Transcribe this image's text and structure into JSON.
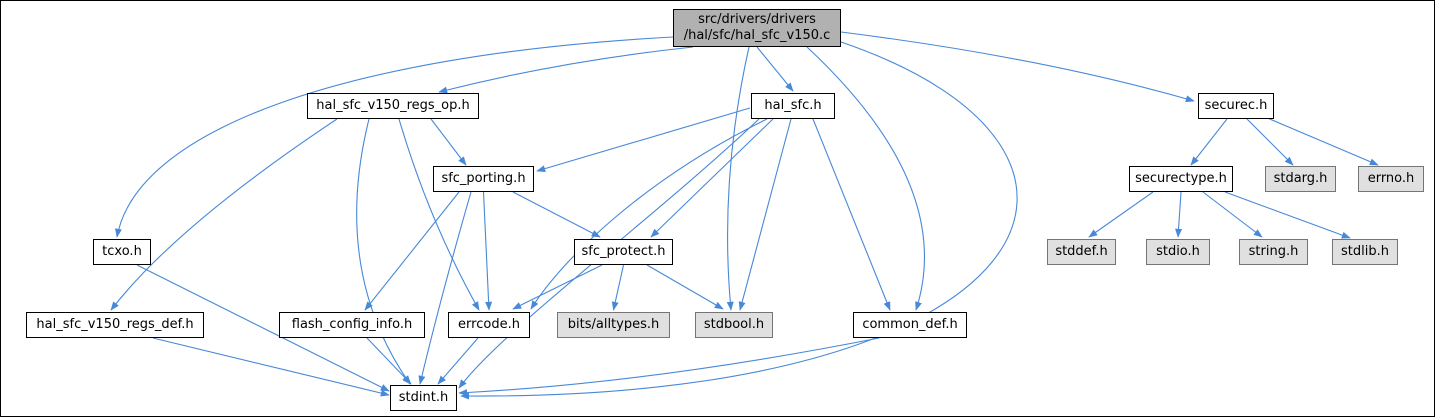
{
  "diagram": {
    "type": "include-dependency-graph",
    "colors": {
      "edge": "#4788d8",
      "node_fill": "#ffffff",
      "node_border": "#000000",
      "system_fill": "#e0e0e0",
      "system_border": "#757575",
      "main_fill": "#b1b1b1",
      "text": "#000000",
      "background": "#ffffff"
    },
    "nodes": [
      {
        "id": "main",
        "label": "src/drivers/drivers\n/hal/sfc/hal_sfc_v150.c",
        "kind": "main"
      },
      {
        "id": "regs_op",
        "label": "hal_sfc_v150_regs_op.h",
        "kind": "internal"
      },
      {
        "id": "hal_sfc",
        "label": "hal_sfc.h",
        "kind": "internal"
      },
      {
        "id": "securec",
        "label": "securec.h",
        "kind": "internal"
      },
      {
        "id": "sfc_porting",
        "label": "sfc_porting.h",
        "kind": "internal"
      },
      {
        "id": "securectype",
        "label": "securectype.h",
        "kind": "internal"
      },
      {
        "id": "stdarg",
        "label": "stdarg.h",
        "kind": "system"
      },
      {
        "id": "errno",
        "label": "errno.h",
        "kind": "system"
      },
      {
        "id": "tcxo",
        "label": "tcxo.h",
        "kind": "internal"
      },
      {
        "id": "sfc_protect",
        "label": "sfc_protect.h",
        "kind": "internal"
      },
      {
        "id": "stddef",
        "label": "stddef.h",
        "kind": "system"
      },
      {
        "id": "stdio",
        "label": "stdio.h",
        "kind": "system"
      },
      {
        "id": "string",
        "label": "string.h",
        "kind": "system"
      },
      {
        "id": "stdlib",
        "label": "stdlib.h",
        "kind": "system"
      },
      {
        "id": "regs_def",
        "label": "hal_sfc_v150_regs_def.h",
        "kind": "internal"
      },
      {
        "id": "flash_config_info",
        "label": "flash_config_info.h",
        "kind": "internal"
      },
      {
        "id": "errcode",
        "label": "errcode.h",
        "kind": "internal"
      },
      {
        "id": "alltypes",
        "label": "bits/alltypes.h",
        "kind": "system"
      },
      {
        "id": "stdbool",
        "label": "stdbool.h",
        "kind": "system"
      },
      {
        "id": "common_def",
        "label": "common_def.h",
        "kind": "internal"
      },
      {
        "id": "stdint",
        "label": "stdint.h",
        "kind": "internal"
      }
    ],
    "edges": [
      {
        "from": "main",
        "to": "regs_op"
      },
      {
        "from": "main",
        "to": "hal_sfc"
      },
      {
        "from": "main",
        "to": "securec"
      },
      {
        "from": "main",
        "to": "tcxo"
      },
      {
        "from": "main",
        "to": "stdbool"
      },
      {
        "from": "main",
        "to": "common_def"
      },
      {
        "from": "main",
        "to": "stdint"
      },
      {
        "from": "regs_op",
        "to": "sfc_porting"
      },
      {
        "from": "regs_op",
        "to": "regs_def"
      },
      {
        "from": "regs_op",
        "to": "errcode"
      },
      {
        "from": "regs_op",
        "to": "stdint"
      },
      {
        "from": "hal_sfc",
        "to": "sfc_porting"
      },
      {
        "from": "hal_sfc",
        "to": "sfc_protect"
      },
      {
        "from": "hal_sfc",
        "to": "errcode"
      },
      {
        "from": "hal_sfc",
        "to": "stdbool"
      },
      {
        "from": "hal_sfc",
        "to": "common_def"
      },
      {
        "from": "hal_sfc",
        "to": "stdint"
      },
      {
        "from": "sfc_porting",
        "to": "flash_config_info"
      },
      {
        "from": "sfc_porting",
        "to": "sfc_protect"
      },
      {
        "from": "sfc_porting",
        "to": "errcode"
      },
      {
        "from": "sfc_porting",
        "to": "stdint"
      },
      {
        "from": "sfc_protect",
        "to": "errcode"
      },
      {
        "from": "sfc_protect",
        "to": "alltypes"
      },
      {
        "from": "sfc_protect",
        "to": "stdbool"
      },
      {
        "from": "tcxo",
        "to": "stdint"
      },
      {
        "from": "regs_def",
        "to": "stdint"
      },
      {
        "from": "flash_config_info",
        "to": "stdint"
      },
      {
        "from": "errcode",
        "to": "stdint"
      },
      {
        "from": "common_def",
        "to": "stdint"
      },
      {
        "from": "securec",
        "to": "securectype"
      },
      {
        "from": "securec",
        "to": "stdarg"
      },
      {
        "from": "securec",
        "to": "errno"
      },
      {
        "from": "securectype",
        "to": "stddef"
      },
      {
        "from": "securectype",
        "to": "stdio"
      },
      {
        "from": "securectype",
        "to": "string"
      },
      {
        "from": "securectype",
        "to": "stdlib"
      }
    ]
  }
}
